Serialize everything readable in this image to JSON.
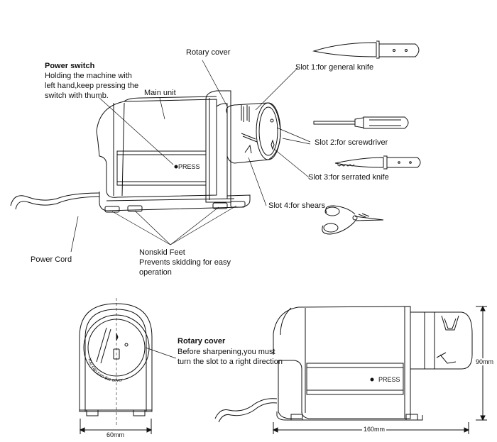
{
  "labels": {
    "rotary_cover": "Rotary cover",
    "power_switch_title": "Power switch",
    "power_switch_desc1": "Holding the machine with",
    "power_switch_desc2": "left hand,keep pressing the",
    "power_switch_desc3": "switch with thumb.",
    "main_unit": "Main unit",
    "slot1": "Slot 1:for general knife",
    "slot2": "Slot 2:for screwdriver",
    "slot3": "Slot 3:for serrated knife",
    "slot4": "Slot 4:for shears",
    "power_cord": "Power Cord",
    "nonskid_title": "Nonskid Feet",
    "nonskid_desc1": "Prevents skidding for easy",
    "nonskid_desc2": "operation",
    "rotary_cover2_title": "Rotary cover",
    "rotary_cover2_desc1": "Before sharpening,you must",
    "rotary_cover2_desc2": "turn the slot to a right direction",
    "press_top": "PRESS",
    "press_bottom": "PRESS",
    "dim_width_front": "60mm",
    "dim_width_side": "160mm",
    "dim_height": "90mm",
    "curved_text": "You can turn the cover"
  }
}
